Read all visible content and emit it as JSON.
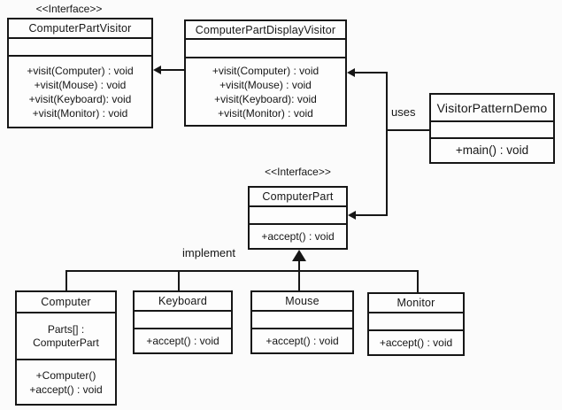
{
  "diagram": {
    "title": "Visitor Pattern UML class diagram",
    "colors": {
      "background": "#fbfbfb",
      "line": "#161616",
      "box_fill": "#fdfdfd"
    },
    "labels": {
      "uses": "uses",
      "implement": "implement"
    },
    "classes": {
      "computer_part_visitor": {
        "stereotype": "<<Interface>>",
        "name": "ComputerPartVisitor",
        "attributes": [],
        "methods": [
          "+visit(Computer) : void",
          "+visit(Mouse) : void",
          "+visit(Keyboard): void",
          "+visit(Monitor) : void"
        ]
      },
      "computer_part_display_visitor": {
        "name": "ComputerPartDisplayVisitor",
        "attributes": [],
        "methods": [
          "+visit(Computer) : void",
          "+visit(Mouse) : void",
          "+visit(Keyboard): void",
          "+visit(Monitor) : void"
        ]
      },
      "visitor_pattern_demo": {
        "name": "VisitorPatternDemo",
        "attributes": [],
        "methods": [
          "+main() : void"
        ]
      },
      "computer_part": {
        "stereotype": "<<Interface>>",
        "name": "ComputerPart",
        "attributes": [],
        "methods": [
          "+accept() : void"
        ]
      },
      "computer": {
        "name": "Computer",
        "attributes": [
          "Parts[] :",
          "ComputerPart"
        ],
        "methods": [
          "+Computer()",
          "+accept() : void"
        ]
      },
      "keyboard": {
        "name": "Keyboard",
        "attributes": [],
        "methods": [
          "+accept() : void"
        ]
      },
      "mouse": {
        "name": "Mouse",
        "attributes": [],
        "methods": [
          "+accept() : void"
        ]
      },
      "monitor": {
        "name": "Monitor",
        "attributes": [],
        "methods": [
          "+accept() : void"
        ]
      }
    },
    "relations": [
      {
        "from": "ComputerPartDisplayVisitor",
        "to": "ComputerPartVisitor",
        "type": "arrow"
      },
      {
        "from": "VisitorPatternDemo",
        "to": "ComputerPartDisplayVisitor",
        "type": "arrow",
        "label": "uses"
      },
      {
        "from": "VisitorPatternDemo",
        "to": "ComputerPart",
        "type": "arrow",
        "label": "uses"
      },
      {
        "from": "Computer, Keyboard, Mouse, Monitor",
        "to": "ComputerPart",
        "type": "generalization",
        "label": "implement"
      }
    ]
  }
}
